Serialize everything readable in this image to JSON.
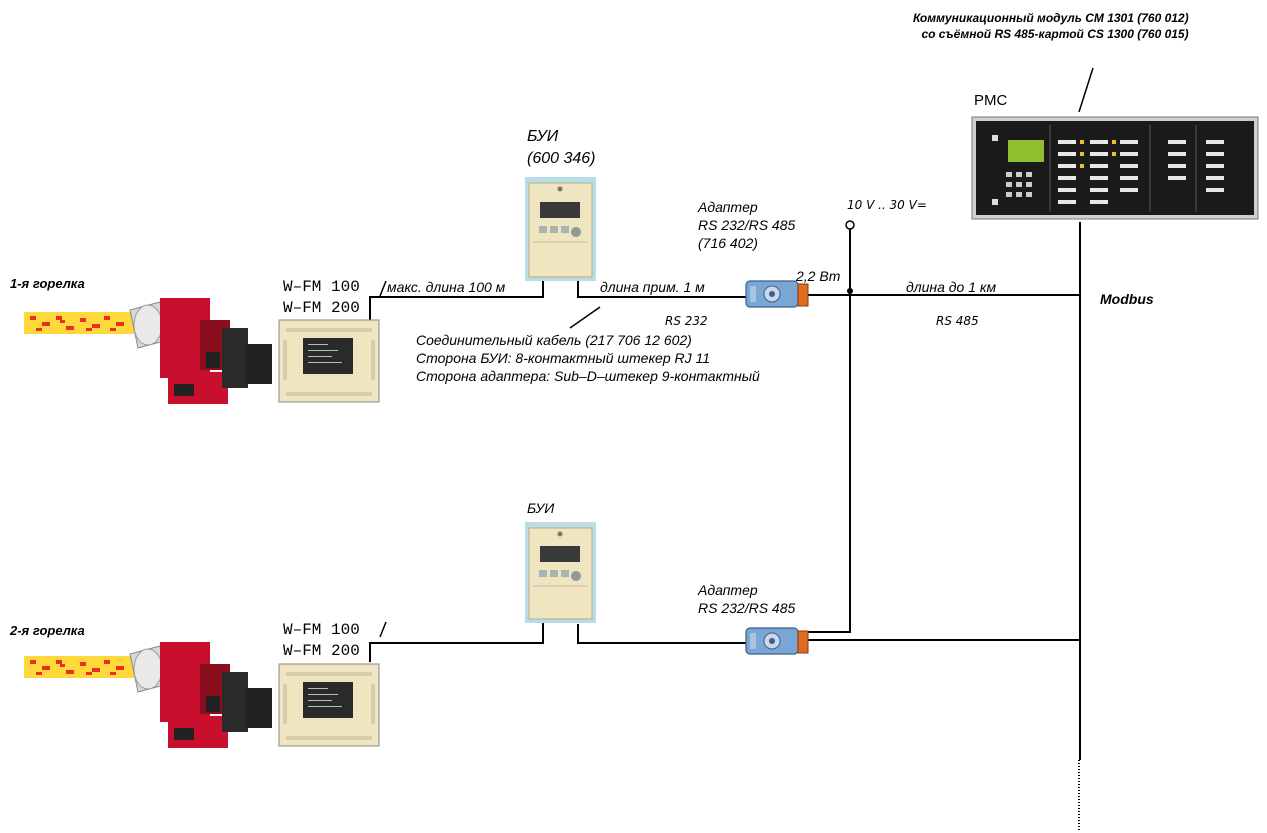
{
  "header_note": {
    "line1": "Коммуникационный модуль CM 1301 (760 012)",
    "line2": "со съёмной RS 485-картой CS 1300 (760 015)"
  },
  "pmc_label": "PMC",
  "voltage_label": "10 V .. 30 V=",
  "modbus_label": "Modbus",
  "burner1": {
    "label": "1-я горелка",
    "wfm1": "W–FM 100",
    "wfm2": "W–FM 200",
    "max_len": "макс. длина 100 м"
  },
  "bui1": {
    "line1": "БУИ",
    "line2": "(600 346)"
  },
  "adapter1": {
    "line1": "Адаптер",
    "line2": "RS 232/RS 485",
    "line3": "(716 402)"
  },
  "link1": {
    "approx_len": "длина прим. 1 м",
    "rs232": "RS 232",
    "power": "2,2 Вт",
    "long_len": "длина до 1 км",
    "rs485": "RS 485"
  },
  "cable_note": {
    "line1": "Соединительный кабель (217 706 12 602)",
    "line2": "Сторона БУИ: 8-контактный штекер RJ 11",
    "line3": "Сторона адаптера: Sub–D–штекер 9-контактный"
  },
  "burner2": {
    "label": "2-я горелка",
    "wfm1": "W–FM 100",
    "wfm2": "W–FM 200"
  },
  "bui2": {
    "line1": "БУИ"
  },
  "adapter2": {
    "line1": "Адаптер",
    "line2": "RS 232/RS 485"
  },
  "colors": {
    "burner_red": "#c8102e",
    "flame_yellow": "#ffd21a",
    "flame_red": "#e83020",
    "panel_beige": "#efe5c0",
    "bui_frame": "#b9dce6",
    "adapter_blue": "#7aa6d6",
    "adapter_orange": "#e06a20",
    "pmc_dark": "#1a1a1a"
  }
}
